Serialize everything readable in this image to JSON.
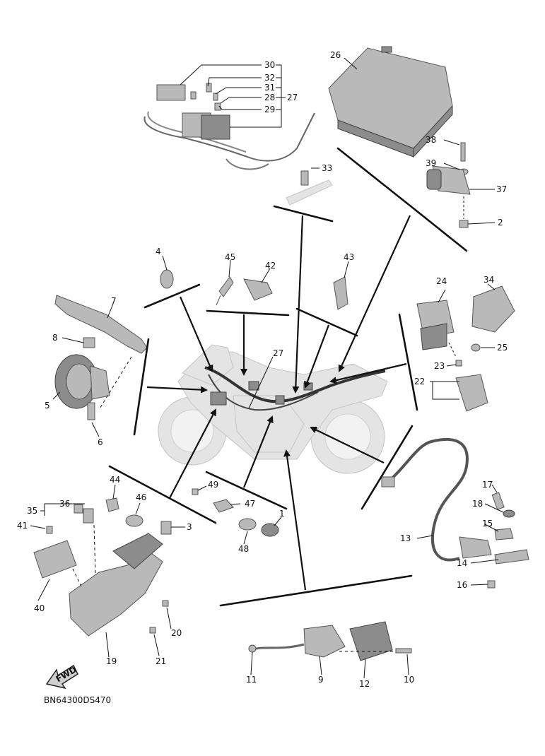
{
  "diagram": {
    "code": "BN64300DS470",
    "fwd_label": "FWD",
    "callouts": [
      {
        "id": "c30",
        "text": "30"
      },
      {
        "id": "c32",
        "text": "32"
      },
      {
        "id": "c31",
        "text": "31"
      },
      {
        "id": "c28",
        "text": "28"
      },
      {
        "id": "c27a",
        "text": "27"
      },
      {
        "id": "c29",
        "text": "29"
      },
      {
        "id": "c26",
        "text": "26"
      },
      {
        "id": "c38",
        "text": "38"
      },
      {
        "id": "c39",
        "text": "39"
      },
      {
        "id": "c37",
        "text": "37"
      },
      {
        "id": "c2",
        "text": "2"
      },
      {
        "id": "c33",
        "text": "33"
      },
      {
        "id": "c4",
        "text": "4"
      },
      {
        "id": "c45",
        "text": "45"
      },
      {
        "id": "c42",
        "text": "42"
      },
      {
        "id": "c43",
        "text": "43"
      },
      {
        "id": "c7",
        "text": "7"
      },
      {
        "id": "c8",
        "text": "8"
      },
      {
        "id": "c5",
        "text": "5"
      },
      {
        "id": "c6",
        "text": "6"
      },
      {
        "id": "c27b",
        "text": "27"
      },
      {
        "id": "c24",
        "text": "24"
      },
      {
        "id": "c34",
        "text": "34"
      },
      {
        "id": "c25",
        "text": "25"
      },
      {
        "id": "c23",
        "text": "23"
      },
      {
        "id": "c22",
        "text": "22"
      },
      {
        "id": "c44",
        "text": "44"
      },
      {
        "id": "c46",
        "text": "46"
      },
      {
        "id": "c3",
        "text": "3"
      },
      {
        "id": "c36",
        "text": "36"
      },
      {
        "id": "c35",
        "text": "35"
      },
      {
        "id": "c41",
        "text": "41"
      },
      {
        "id": "c49",
        "text": "49"
      },
      {
        "id": "c47",
        "text": "47"
      },
      {
        "id": "c1",
        "text": "1"
      },
      {
        "id": "c48",
        "text": "48"
      },
      {
        "id": "c17",
        "text": "17"
      },
      {
        "id": "c18",
        "text": "18"
      },
      {
        "id": "c15",
        "text": "15"
      },
      {
        "id": "c13",
        "text": "13"
      },
      {
        "id": "c14",
        "text": "14"
      },
      {
        "id": "c16",
        "text": "16"
      },
      {
        "id": "c40",
        "text": "40"
      },
      {
        "id": "c20",
        "text": "20"
      },
      {
        "id": "c19",
        "text": "19"
      },
      {
        "id": "c21",
        "text": "21"
      },
      {
        "id": "c11",
        "text": "11"
      },
      {
        "id": "c9",
        "text": "9"
      },
      {
        "id": "c12",
        "text": "12"
      },
      {
        "id": "c10",
        "text": "10"
      }
    ]
  }
}
